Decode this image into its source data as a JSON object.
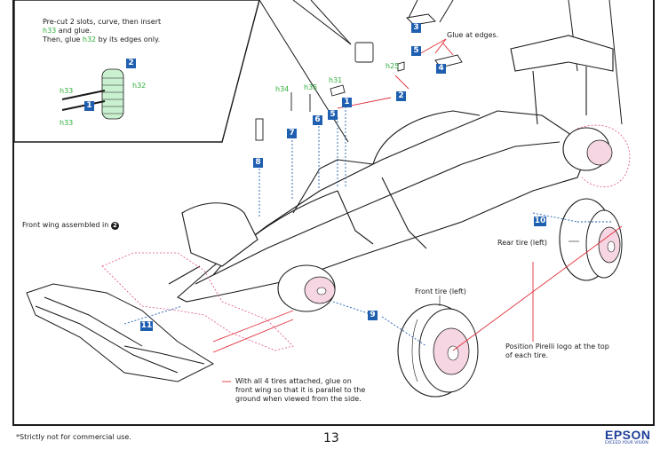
{
  "callout": {
    "line1": "Pre-cut 2 slots, curve, then insert",
    "line2_part_id": "h33",
    "line2_rest": " and glue.",
    "line3_start": "Then, glue ",
    "line3_part_id": "h32",
    "line3_end": " by its edges only."
  },
  "inset_labels": {
    "h33_a": "h33",
    "h33_b": "h33",
    "h32": "h32"
  },
  "part_labels": {
    "h34": "h34",
    "h35": "h35",
    "h31": "h31",
    "h25": "h25"
  },
  "steps": {
    "s1_inset": "1",
    "s2_inset": "2",
    "s1": "1",
    "s2": "2",
    "s3": "3",
    "s4": "4",
    "s5": "5",
    "s6": "6",
    "s7": "7",
    "s8": "8",
    "s9": "9",
    "s10": "10",
    "s11": "11"
  },
  "notes": {
    "glue_edges": "Glue at edges.",
    "front_wing": "Front wing assembled in",
    "front_wing_step": "2",
    "rear_tire": "Rear tire (left)",
    "front_tire": "Front tire (left)",
    "pirelli_line1": "Position Pirelli logo at the top",
    "pirelli_line2": "of each tire.",
    "glue_line1": "With all 4 tires attached, glue on",
    "glue_line2": "front wing so that it is parallel to the",
    "glue_line3": "ground when viewed from the side."
  },
  "footer": {
    "disclaimer": "*Strictly not for commercial use.",
    "page_number": "13",
    "brand": "EPSON",
    "brand_tagline": "EXCEED YOUR VISION"
  },
  "colors": {
    "step_badge": "#1f5fb0",
    "part_id": "#2fae3a",
    "guide_line": "#e0303a",
    "cut_line": "#e0508a",
    "pointer_line": "#1f5fb0"
  }
}
